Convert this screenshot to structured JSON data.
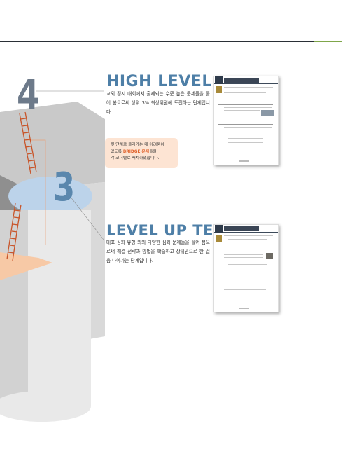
{
  "step_high": {
    "number": "4",
    "title": "HIGH LEVEL",
    "description": "교외 경시 대회에서 출제되는 수준 높은 문제들을 풀어 봄으로써 상위 3% 최상위권에 도전하는 단계입니다."
  },
  "bridge_note": {
    "line1": "윗 단계로 올라가는 데 어려움이",
    "line2_prefix": "없도록 ",
    "line2_highlight": "BRIDGE 문제",
    "line2_suffix": "들을",
    "line3": "각 코너별로 배치하였습니다."
  },
  "step_level_up": {
    "number": "3",
    "title": "LEVEL UP TEST",
    "description": "대표 심화 유형 외의 다양한 심화 문제들을 풀어 봄으로써 해결 전략과 방법을 학습하고 상위권으로 한 걸음 나아가는 단계입니다."
  },
  "colors": {
    "title_blue": "#4e7fa7",
    "bridge_bg": "#fde4d3",
    "bridge_highlight": "#e0622b",
    "ladder": "#c8552a"
  }
}
